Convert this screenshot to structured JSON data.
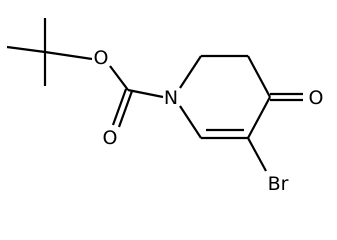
{
  "structure": {
    "atoms": {
      "ring_nitrogen": "N",
      "carbamate_ether_oxygen": "O",
      "carbamate_carbonyl_oxygen": "O",
      "ketone_oxygen": "O",
      "bromine": "Br"
    },
    "colors": {
      "bond": "#000000",
      "label": "#000000",
      "background": "#ffffff"
    }
  }
}
